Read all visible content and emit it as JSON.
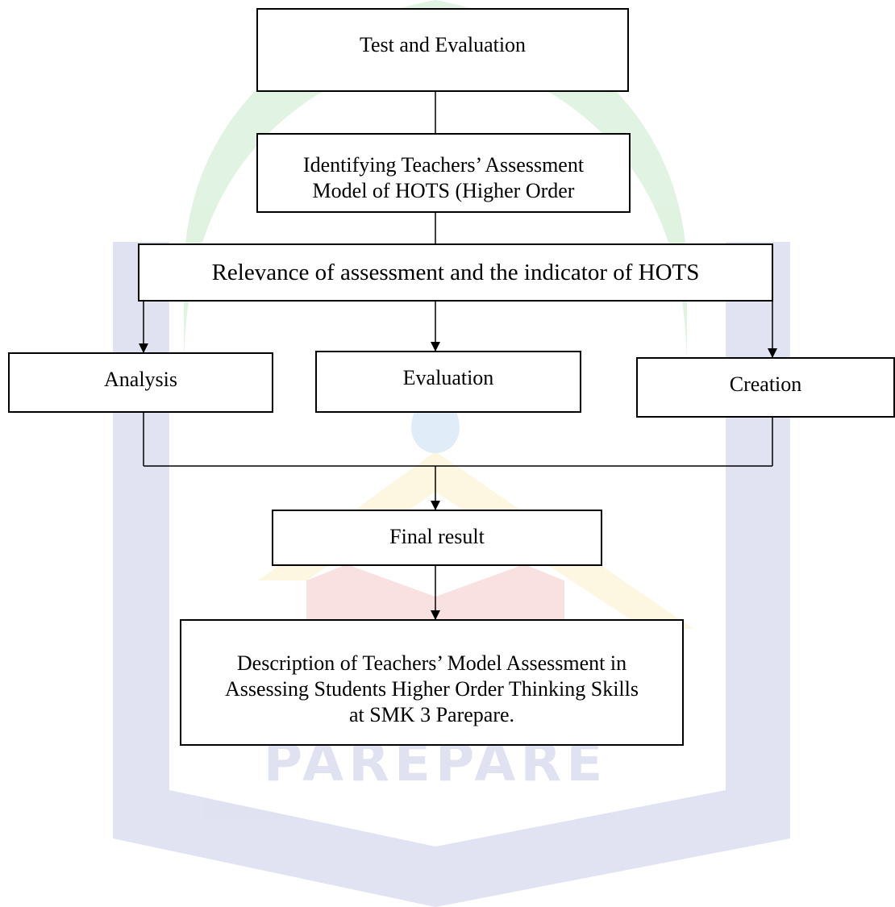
{
  "colors": {
    "line": "#000000",
    "box_border": "#000000",
    "box_fill": "#ffffff",
    "watermark_green": "#17a41c",
    "watermark_yellow": "#f2c21a",
    "watermark_red": "#e02020",
    "watermark_blue": "#1a2aa0"
  },
  "watermark": {
    "text": "PAREPARE"
  },
  "nodes": {
    "test_eval": {
      "label": "Test and Evaluation"
    },
    "identify": {
      "line1": "Identifying Teachers’ Assessment",
      "line2": "Model of HOTS (Higher Order"
    },
    "relevance": {
      "label": "Relevance of assessment and the indicator of HOTS"
    },
    "analysis": {
      "label": "Analysis"
    },
    "evaluation": {
      "label": "Evaluation"
    },
    "creation": {
      "label": "Creation"
    },
    "final_result": {
      "label": "Final result"
    },
    "description": {
      "line1": "Description of Teachers’ Model Assessment in",
      "line2": "Assessing Students Higher Order Thinking Skills",
      "line3": "at SMK 3  Parepare."
    }
  }
}
